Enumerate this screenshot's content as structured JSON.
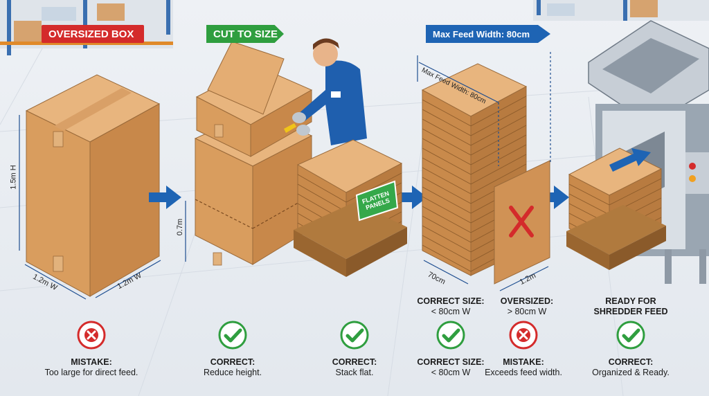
{
  "colors": {
    "red": "#d42b2b",
    "green": "#2f9e3f",
    "blue": "#1e64b4",
    "cardboard": "#d9a067",
    "cardboard_dark": "#b9804a",
    "pallet": "#b07a3e"
  },
  "banners": {
    "oversized": "OVERSIZED BOX",
    "cut": "CUT TO SIZE",
    "max_feed": "Max Feed Width: 80cm"
  },
  "dimensions": {
    "box_height": "1.5m H",
    "box_width_left": "1.2m W",
    "box_width_right": "1.2m W",
    "cut_height": "0.7m",
    "stack_feed_width": "Max Feed Width: 80cm",
    "stack_width": "70cm",
    "oversize_width": "1.2m"
  },
  "labels": {
    "flatten": "FLATTEN PANELS"
  },
  "mid_captions": {
    "correct_size_title": "CORRECT SIZE:",
    "correct_size_desc": "< 80cm W",
    "oversized_title": "OVERSIZED:",
    "oversized_desc": "> 80cm W",
    "ready_title": "READY FOR",
    "ready_title2": "SHREDDER FEED"
  },
  "steps": [
    {
      "icon": "cross",
      "title": "MISTAKE:",
      "desc": "Too large for direct feed."
    },
    {
      "icon": "check",
      "title": "CORRECT:",
      "desc": "Reduce height."
    },
    {
      "icon": "check",
      "title": "CORRECT:",
      "desc": "Stack flat."
    },
    {
      "icon": "check",
      "title": "CORRECT SIZE:",
      "desc": "< 80cm W"
    },
    {
      "icon": "cross",
      "title": "MISTAKE:",
      "desc": "Exceeds feed width."
    },
    {
      "icon": "check",
      "title": "CORRECT:",
      "desc": "Organized & Ready."
    }
  ]
}
